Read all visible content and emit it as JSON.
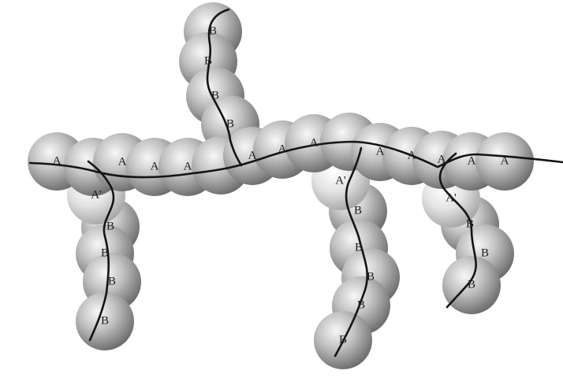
{
  "diagram": {
    "colors": {
      "background": "#ffffff",
      "bead_highlight": "#f7f7f7",
      "bead_mid": "#c2c2c2",
      "bead_shadow": "#6e6e6e",
      "light_bead_highlight": "#ffffff",
      "light_bead_mid": "#e4e4e4",
      "light_bead_shadow": "#a8a8a8",
      "chain": "#141414"
    },
    "backbone": {
      "beads": [
        {
          "label": "A"
        },
        {
          "label": ""
        },
        {
          "label": "A"
        },
        {
          "label": "A"
        },
        {
          "label": "A"
        },
        {
          "label": ""
        },
        {
          "label": "A"
        },
        {
          "label": "A"
        },
        {
          "label": "A"
        },
        {
          "label": ""
        },
        {
          "label": "A"
        },
        {
          "label": "A"
        },
        {
          "label": "A"
        },
        {
          "label": "A"
        },
        {
          "label": "A"
        }
      ]
    },
    "branches": [
      {
        "name": "top-branch",
        "beads": [
          {
            "label": "B"
          },
          {
            "label": "B"
          },
          {
            "label": "B"
          },
          {
            "label": "B"
          }
        ]
      },
      {
        "name": "left-branch",
        "junction_label": "A'",
        "beads": [
          {
            "label": "B"
          },
          {
            "label": "B"
          },
          {
            "label": "B"
          },
          {
            "label": "B"
          }
        ]
      },
      {
        "name": "middle-branch",
        "junction_label": "A'",
        "beads": [
          {
            "label": "B"
          },
          {
            "label": "B"
          },
          {
            "label": "B"
          },
          {
            "label": "B"
          },
          {
            "label": "B"
          }
        ]
      },
      {
        "name": "right-branch",
        "junction_label": "A'",
        "beads": [
          {
            "label": "B"
          },
          {
            "label": "B"
          },
          {
            "label": "B"
          }
        ]
      }
    ]
  }
}
